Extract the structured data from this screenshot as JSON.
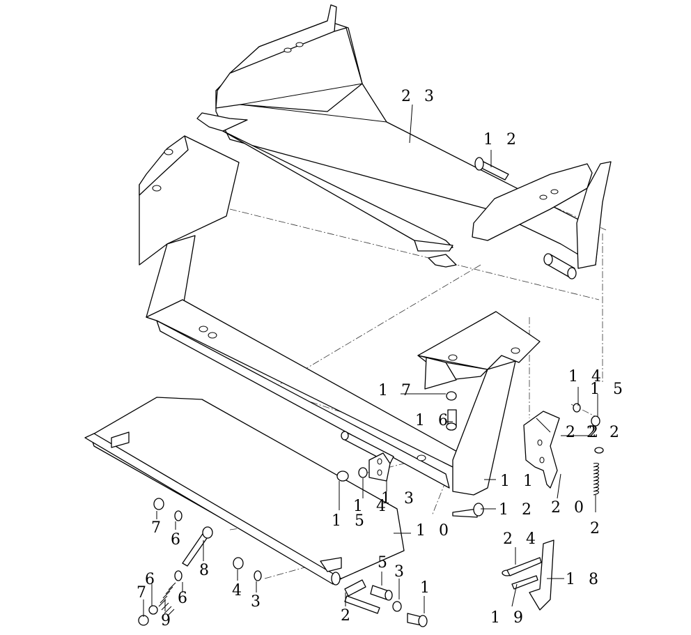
{
  "callouts": [
    {
      "id": "c23",
      "text": "2 3"
    },
    {
      "id": "c12a",
      "text": "1 2"
    },
    {
      "id": "c17",
      "text": "1 7"
    },
    {
      "id": "c16",
      "text": "1 6"
    },
    {
      "id": "c14a",
      "text": "1 4"
    },
    {
      "id": "c15a",
      "text": "1 5"
    },
    {
      "id": "c22a",
      "text": "2 2"
    },
    {
      "id": "c22b",
      "text": "2 2"
    },
    {
      "id": "c11",
      "text": "1 1"
    },
    {
      "id": "c20",
      "text": "2 0"
    },
    {
      "id": "c12b",
      "text": "1 2"
    },
    {
      "id": "c10",
      "text": "1 0"
    },
    {
      "id": "c14b",
      "text": "1 4"
    },
    {
      "id": "c13",
      "text": "1 3"
    },
    {
      "id": "c15b",
      "text": "1 5"
    },
    {
      "id": "c2a",
      "text": "2"
    },
    {
      "id": "c24",
      "text": "2 4"
    },
    {
      "id": "c18",
      "text": "1 8"
    },
    {
      "id": "c19",
      "text": "1 9"
    },
    {
      "id": "c7a",
      "text": "7"
    },
    {
      "id": "c6a",
      "text": "6"
    },
    {
      "id": "c8",
      "text": "8"
    },
    {
      "id": "c4",
      "text": "4"
    },
    {
      "id": "c3a",
      "text": "3"
    },
    {
      "id": "c5",
      "text": "5"
    },
    {
      "id": "c3b",
      "text": "3"
    },
    {
      "id": "c1",
      "text": "1"
    },
    {
      "id": "c6b",
      "text": "6"
    },
    {
      "id": "c6c",
      "text": "6"
    },
    {
      "id": "c7b",
      "text": "7"
    },
    {
      "id": "c9",
      "text": "9"
    },
    {
      "id": "c2b",
      "text": "2"
    }
  ]
}
